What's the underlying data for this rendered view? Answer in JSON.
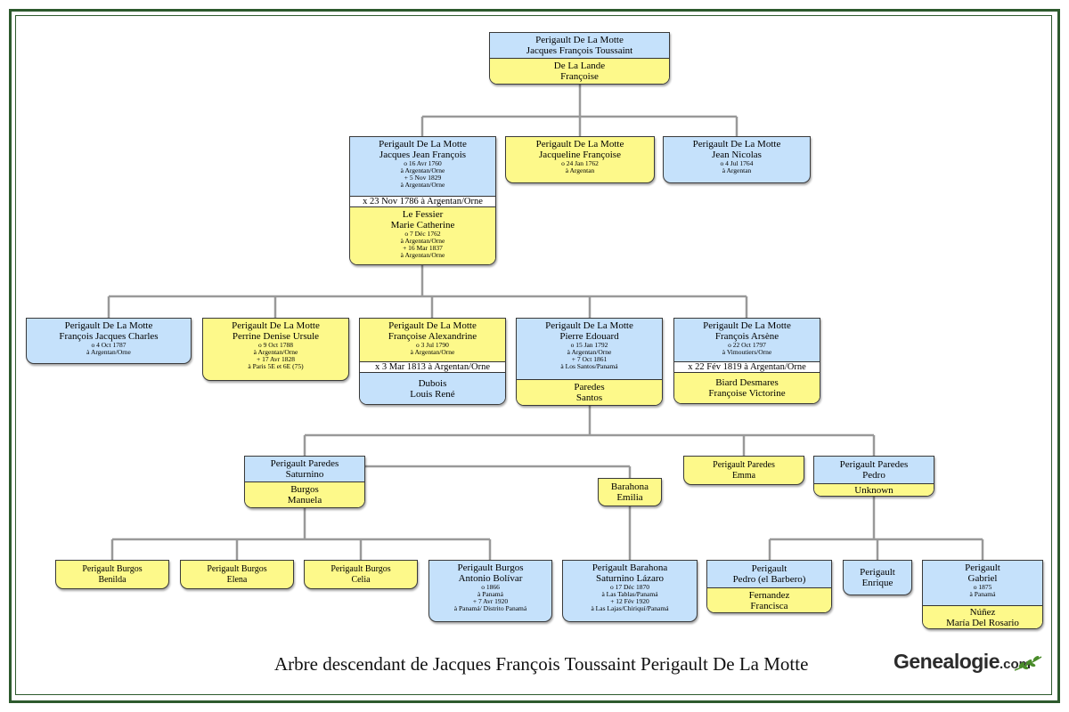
{
  "title": "Arbre descendant de Jacques François Toussaint Perigault De La Motte",
  "logo": {
    "main": "Genealogie",
    "suffix": ".com",
    "leaf_color": "#4a8c2a"
  },
  "colors": {
    "male": "#c5e1fb",
    "female": "#fdf98a",
    "line": "#999999",
    "frame": "#2d5a2d"
  },
  "persons": {
    "p0": {
      "sex": "M",
      "surname": "Perigault De La Motte",
      "given": "Jacques François Toussaint",
      "details": []
    },
    "p0s": {
      "sex": "F",
      "surname": "De La Lande",
      "given": "Françoise",
      "details": []
    },
    "p1": {
      "sex": "M",
      "surname": "Perigault De La Motte",
      "given": "Jacques Jean François",
      "details": [
        "o 16 Avr 1760",
        "à Argentan/Orne",
        "+ 5 Nov 1829",
        "à Argentan/Orne"
      ]
    },
    "p1s": {
      "sex": "F",
      "surname": "Le Fessier",
      "given": "Marie Catherine",
      "details": [
        "o 7 Déc 1762",
        "à Argentan/Orne",
        "+ 16 Mar 1837",
        "à Argentan/Orne"
      ]
    },
    "p2": {
      "sex": "F",
      "surname": "Perigault De La Motte",
      "given": "Jacqueline Françoise",
      "details": [
        "o 24 Jan 1762",
        "à Argentan"
      ]
    },
    "p3": {
      "sex": "M",
      "surname": "Perigault De La Motte",
      "given": "Jean Nicolas",
      "details": [
        "o 4 Jul 1764",
        "à Argentan"
      ]
    },
    "c1": {
      "sex": "M",
      "surname": "Perigault De La Motte",
      "given": "François Jacques Charles",
      "details": [
        "o 4 Oct 1787",
        "à Argentan/Orne"
      ]
    },
    "c2": {
      "sex": "F",
      "surname": "Perigault De La Motte",
      "given": "Perrine Denise Ursule",
      "details": [
        "o 9 Oct 1788",
        "à Argentan/Orne",
        "+ 17 Avr 1828",
        "à Paris 5E et 6E (75)"
      ]
    },
    "c3": {
      "sex": "F",
      "surname": "Perigault De La Motte",
      "given": "Françoise Alexandrine",
      "details": [
        "o 3 Jul 1790",
        "à Argentan/Orne"
      ]
    },
    "c3s": {
      "sex": "M",
      "surname": "Dubois",
      "given": "Louis René",
      "details": []
    },
    "c4": {
      "sex": "M",
      "surname": "Perigault De La Motte",
      "given": "Pierre Edouard",
      "details": [
        "o 15 Jan 1792",
        "à Argentan/Orne",
        "+ 7 Oct 1861",
        "à Los Santos/Panamá"
      ]
    },
    "c4s": {
      "sex": "F",
      "surname": "Paredes",
      "given": "Santos",
      "details": []
    },
    "c5": {
      "sex": "M",
      "surname": "Perigault De La Motte",
      "given": "François Arsène",
      "details": [
        "o 22 Oct 1797",
        "à Vimoutiers/Orne"
      ]
    },
    "c5s": {
      "sex": "F",
      "surname": "Biard Desmares",
      "given": "Françoise Victorine",
      "details": []
    },
    "g1": {
      "sex": "M",
      "surname": "Perigault Paredes",
      "given": "Saturnino",
      "details": []
    },
    "g1s": {
      "sex": "F",
      "surname": "Burgos",
      "given": "Manuela",
      "details": []
    },
    "g1s2": {
      "sex": "F",
      "surname": "Barahona",
      "given": "Emilia",
      "details": []
    },
    "g2": {
      "sex": "F",
      "surname": "Perigault Paredes",
      "given": "Emma",
      "details": []
    },
    "g3": {
      "sex": "M",
      "surname": "Perigault Paredes",
      "given": "Pedro",
      "details": []
    },
    "g3s": {
      "sex": "F",
      "surname": "Unknown",
      "given": "",
      "details": []
    },
    "gg1": {
      "sex": "F",
      "surname": "Perigault Burgos",
      "given": "Benilda",
      "details": []
    },
    "gg2": {
      "sex": "F",
      "surname": "Perigault Burgos",
      "given": "Elena",
      "details": []
    },
    "gg3": {
      "sex": "F",
      "surname": "Perigault Burgos",
      "given": "Celia",
      "details": []
    },
    "gg4": {
      "sex": "M",
      "surname": "Perigault Burgos",
      "given": "Antonio Bolívar",
      "details": [
        "o 1866",
        "à Panamá",
        "+ 7 Avr 1920",
        "à Panamá/ Distrito Panamá"
      ]
    },
    "gg5": {
      "sex": "M",
      "surname": "Perigault Barahona",
      "given": "Saturnino Lázaro",
      "details": [
        "o 17 Déc 1870",
        "à Las Tablas/Panamá",
        "+ 12 Fév 1920",
        "à Las Lajas/Chiriquí/Panamá"
      ]
    },
    "gg6": {
      "sex": "M",
      "surname": "Perigault",
      "given": "Pedro (el Barbero)",
      "details": []
    },
    "gg6s": {
      "sex": "F",
      "surname": "Fernandez",
      "given": "Francisca",
      "details": []
    },
    "gg7": {
      "sex": "M",
      "surname": "Perigault",
      "given": "Enrique",
      "details": []
    },
    "gg8": {
      "sex": "M",
      "surname": "Perigault",
      "given": "Gabriel",
      "details": [
        "o 1875",
        "à Panamá"
      ]
    },
    "gg8s": {
      "sex": "F",
      "surname": "Núñez",
      "given": "María Del Rosario",
      "details": []
    }
  },
  "marriages": {
    "m1": "x 23 Nov 1786 à Argentan/Orne",
    "m3": "x 3 Mar 1813 à Argentan/Orne",
    "m5": "x 22 Fév 1819 à Argentan/Orne"
  }
}
